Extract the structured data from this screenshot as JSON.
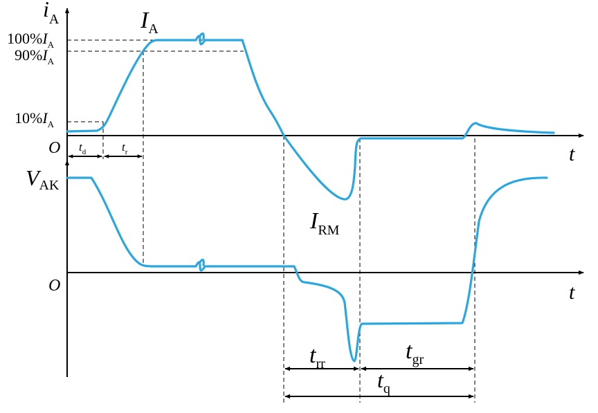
{
  "colors": {
    "curve": "#2aa7e0",
    "axes": "#000000",
    "background": "#ffffff"
  },
  "upper_plot": {
    "y_axis_label": {
      "main": "i",
      "sub": "A"
    },
    "x_axis_label": "t",
    "origin_label": "O",
    "peak_label": {
      "main": "I",
      "sub": "A"
    },
    "levels": [
      {
        "pct": "100%",
        "main": "I",
        "sub": "A"
      },
      {
        "pct": "90%",
        "main": "I",
        "sub": "A"
      },
      {
        "pct": "10%",
        "main": "I",
        "sub": "A"
      }
    ],
    "intervals": [
      {
        "main": "t",
        "sub": "d"
      },
      {
        "main": "t",
        "sub": "r"
      }
    ],
    "reverse_peak_label": {
      "main": "I",
      "sub": "RM"
    }
  },
  "lower_plot": {
    "y_axis_label": {
      "main": "V",
      "sub": "AK"
    },
    "x_axis_label": "t",
    "origin_label": "O"
  },
  "bottom_intervals": [
    {
      "main": "t",
      "sub": "rr"
    },
    {
      "main": "t",
      "sub": "gr"
    },
    {
      "main": "t",
      "sub": "q"
    }
  ]
}
